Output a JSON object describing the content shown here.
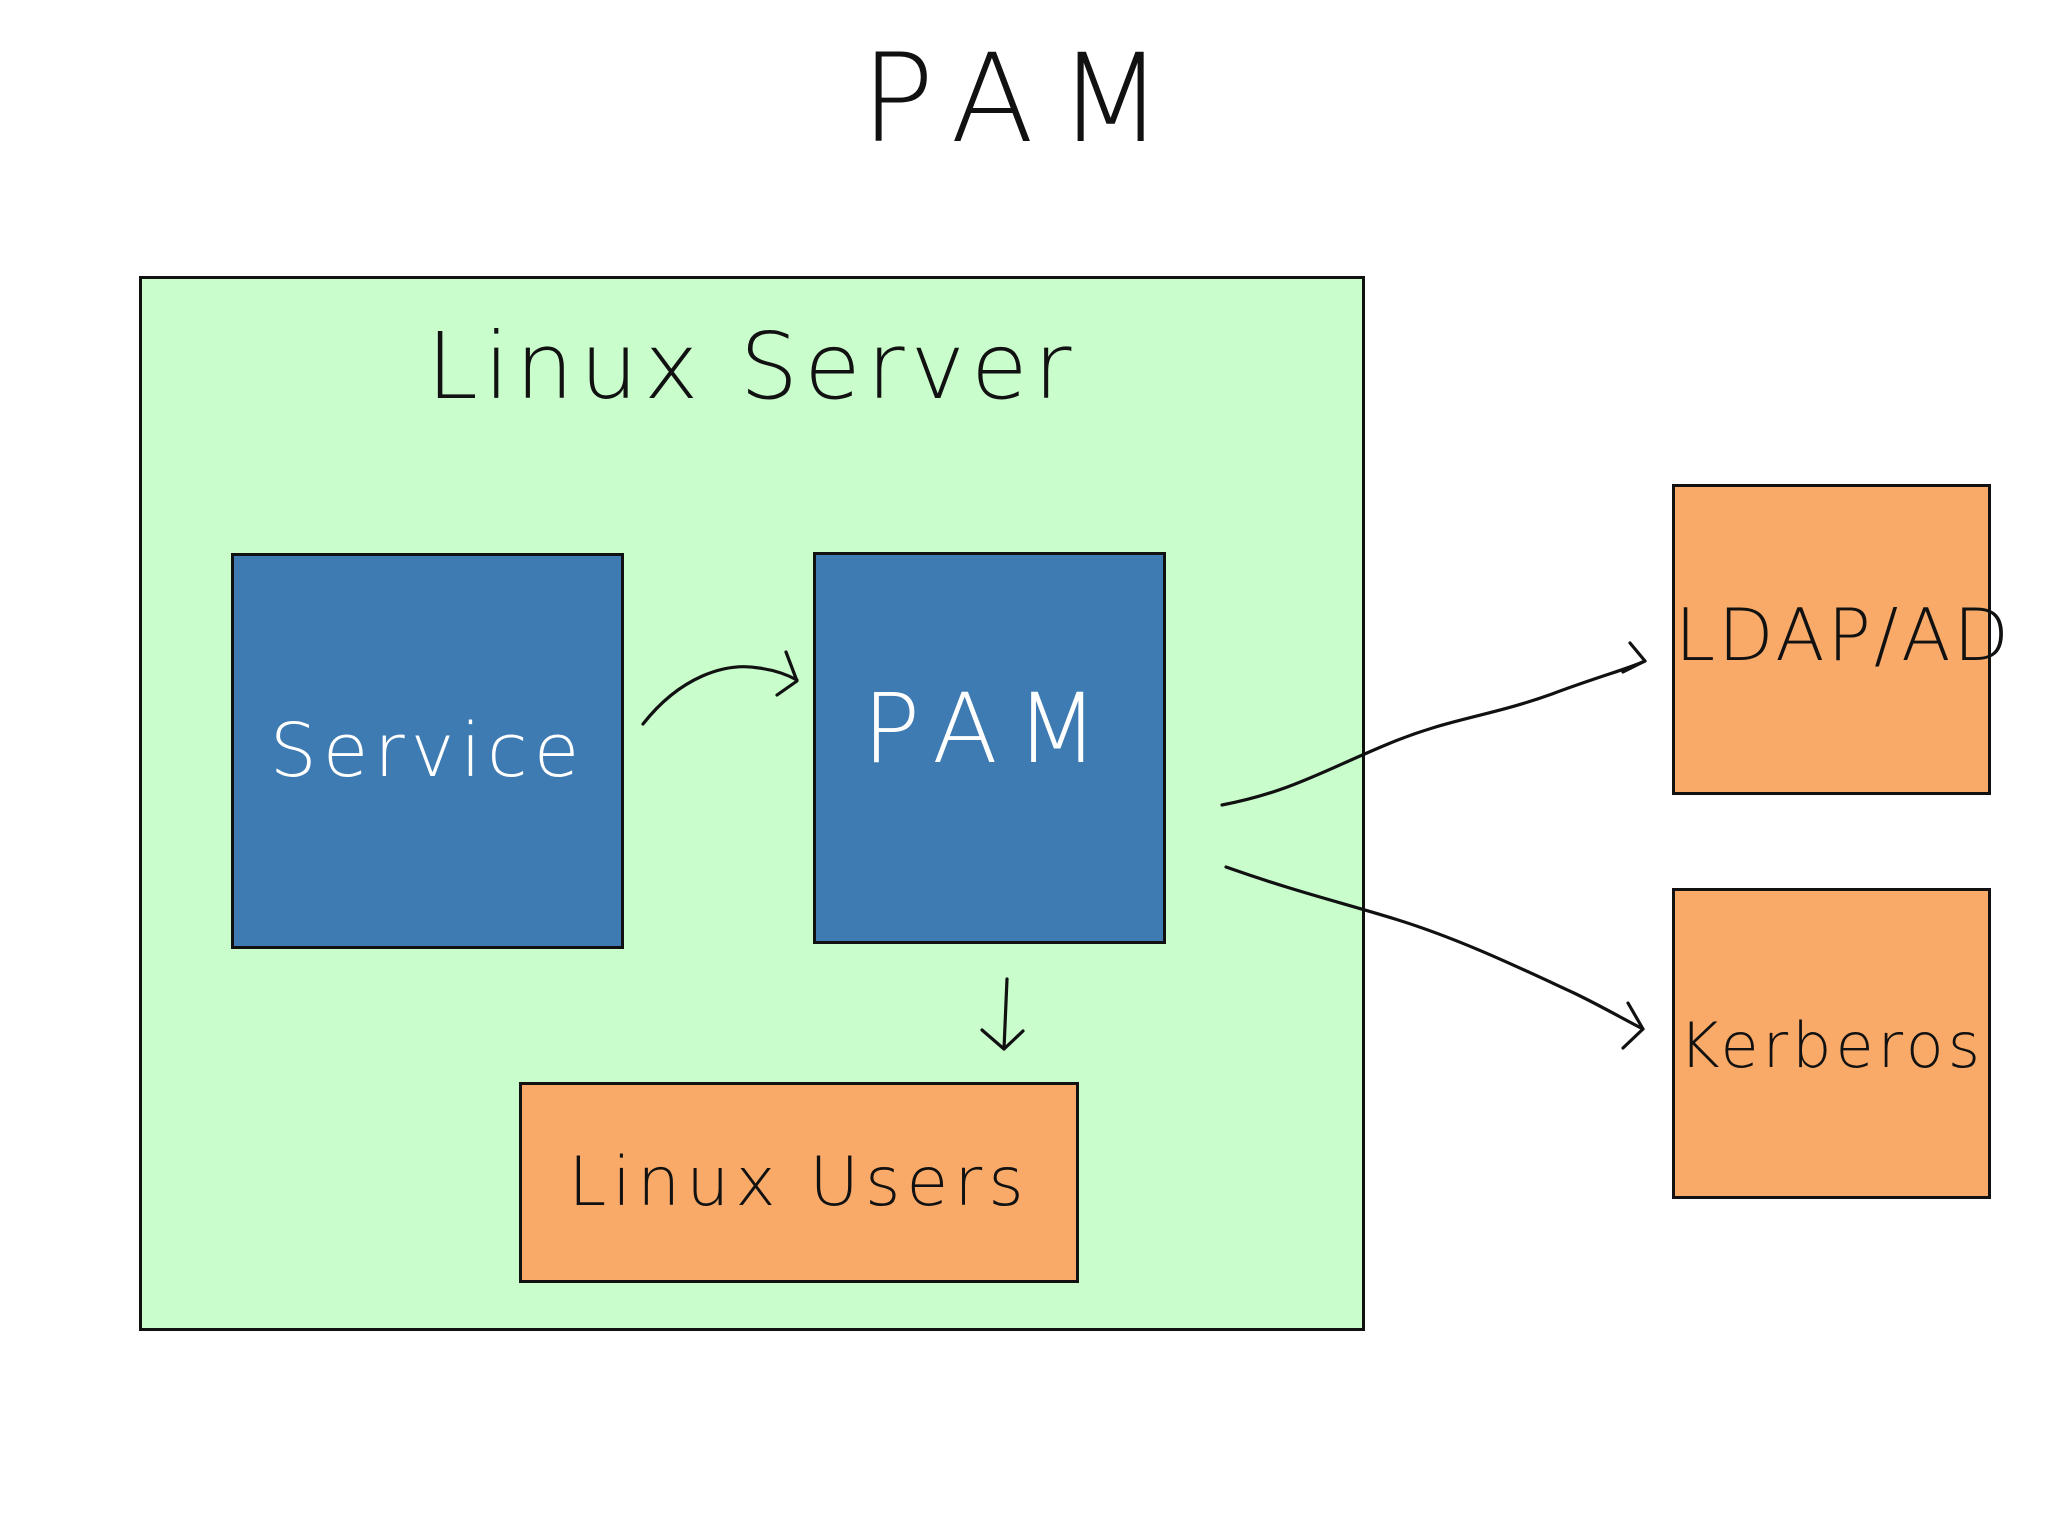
{
  "title": "PAM",
  "linux_server": {
    "label": "Linux Server",
    "fill": "#c9fdcc"
  },
  "nodes": {
    "service": {
      "label": "Service",
      "fill": "#3e7bb2",
      "text_color": "#ffffff"
    },
    "pam": {
      "label": "PAM",
      "fill": "#3e7bb2",
      "text_color": "#ffffff"
    },
    "linux_users": {
      "label": "Linux Users",
      "fill": "#f9aa69",
      "text_color": "#111111"
    },
    "ldap_ad": {
      "label": "LDAP/AD",
      "fill": "#f9aa69",
      "text_color": "#111111"
    },
    "kerberos": {
      "label": "Kerberos",
      "fill": "#f9aa69",
      "text_color": "#111111"
    }
  },
  "edges": [
    {
      "from": "Service",
      "to": "PAM"
    },
    {
      "from": "PAM",
      "to": "Linux Users"
    },
    {
      "from": "PAM",
      "to": "LDAP/AD"
    },
    {
      "from": "PAM",
      "to": "Kerberos"
    }
  ],
  "line_color": "#111111"
}
